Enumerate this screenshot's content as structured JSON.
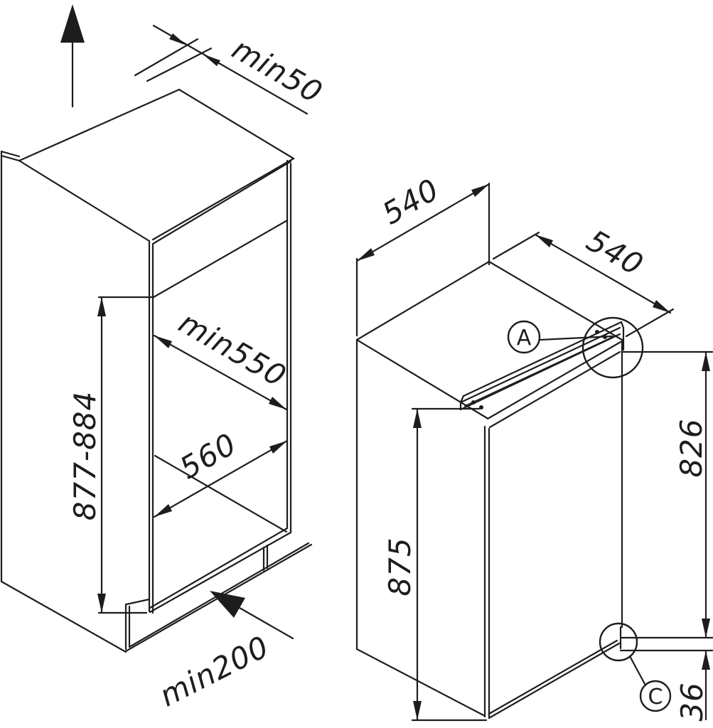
{
  "diagram": {
    "kind": "built-in appliance installation line drawing",
    "stroke_color": "#1d1d1d",
    "background_color": "#ffffff",
    "views": {
      "niche": {
        "description": "furniture niche with ventilation arrows",
        "airflow_icon": "up-arrow",
        "dimensions": {
          "top_clearance": "min50",
          "height": "877-884",
          "depth": "min550",
          "width": "560",
          "ventilation": "min200"
        }
      },
      "appliance": {
        "description": "appliance carcass with door and fixing rail",
        "dimensions": {
          "depth_top": "540",
          "width_top": "540",
          "height_front": "875",
          "height_rear": "826",
          "base_recess": "36"
        },
        "callouts": {
          "rail": "A",
          "bottom_corner": "C"
        }
      }
    }
  }
}
